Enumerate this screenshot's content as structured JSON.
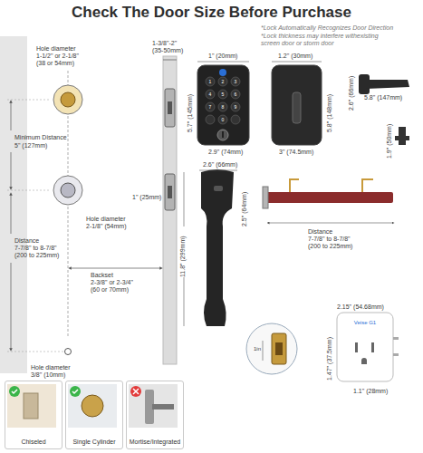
{
  "diagram": {
    "title": "Check The Door Size Before Purchase",
    "nodes": [
      {
        "text": [
          "Chiseled"
        ]
      },
      {
        "text": [
          "Single Cylinder"
        ]
      },
      {
        "text": [
          "Mortise/Integrated"
        ]
      }
    ],
    "labels": [
      "*Lock Automatically Recognizes Door Direction",
      "*Lock thickness may interfere withexisting screen door or storm door",
      "Hole diameter",
      "1-1/2\" or 2-1/8\"",
      "(38 or 54mm)",
      "1-3/8\"-2\"",
      "(35-50mm)",
      "Minimum Distance",
      "5\" (127mm)",
      "1\" (25mm)",
      "Distance",
      "7-7/8\" to 8-7/8\"",
      "(200 to 225mm)",
      "Hole diameter",
      "2-1/8\" (54mm)",
      "Backset",
      "2-3/8\" or 2-3/4\"",
      "(60 or 70mm)",
      "Hole diameter",
      "3/8\" (10mm)",
      "1\" (20mm)",
      "1.2\" (30mm)",
      "5.7\" (145mm)",
      "5.8\" (148mm)",
      "2.9\" (74mm)",
      "3\" (74.5mm)",
      "2.6\" (66mm)",
      "5.8\" (147mm)",
      "1.9\" (50mm)",
      "2.6\" (66mm)",
      "2.5\" (64mm)",
      "11.8\" (299mm)",
      "Distance",
      "7-7/8\" to 8-7/8\"",
      "(200 to 225mm)",
      "2.15\" (54.68mm)",
      "1.47\" (37.5mm)",
      "1.1\" (28mm)",
      "Veise G1",
      "1in",
      "1",
      "2",
      "3",
      "4",
      "5",
      "6",
      "7",
      "8",
      "9",
      "0"
    ]
  }
}
